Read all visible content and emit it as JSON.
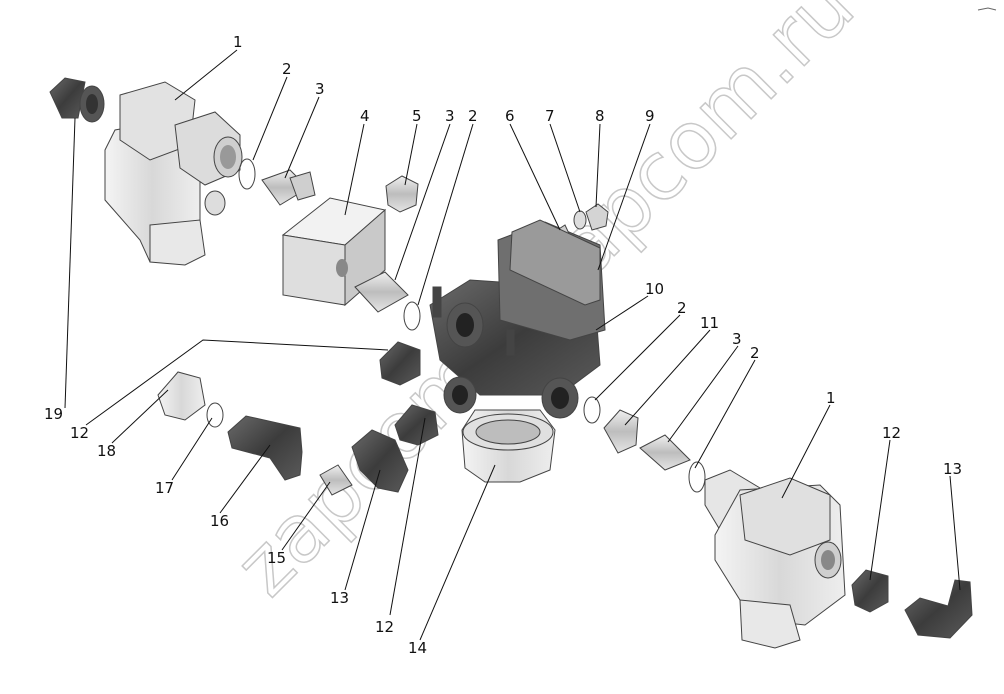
{
  "diagram": {
    "watermark_top": "zapcom.ru",
    "watermark_bottom": "zapcom.ru",
    "labels": {
      "l1a": "1",
      "l2a": "2",
      "l3a": "3",
      "l4": "4",
      "l5": "5",
      "l3b": "3",
      "l2b": "2",
      "l6": "6",
      "l7": "7",
      "l8": "8",
      "l9": "9",
      "l10": "10",
      "l2c": "2",
      "l11": "11",
      "l3c": "3",
      "l2d": "2",
      "l1b": "1",
      "l12a": "12",
      "l13a": "13",
      "l19": "19",
      "l12b": "12",
      "l18": "18",
      "l17": "17",
      "l16": "16",
      "l15": "15",
      "l13b": "13",
      "l12c": "12",
      "l14": "14"
    }
  }
}
